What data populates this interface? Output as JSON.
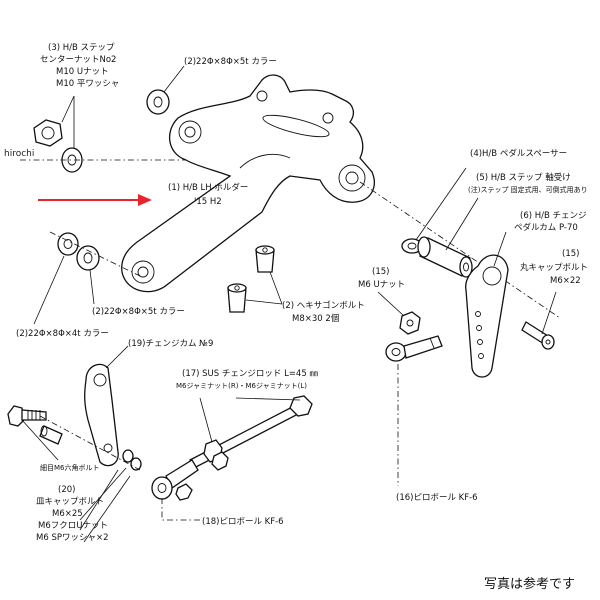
{
  "watermark": "hirochi",
  "footer_note": "写真は参考です",
  "labels": {
    "p3_title": "(3) H/B ステップ",
    "p3_l1": "センターナットNo2",
    "p3_l2": "M10 Uナット",
    "p3_l3": "M10 平ワッシャ",
    "p2_top": "(2)22Φ×8Φ×5t カラー",
    "p4": "(4)H/B ペダルスペーサー",
    "p1_l1": "(1)  H/B LH ホルダー",
    "p1_l2": "'15  H2",
    "p5_l1": "(5) H/B ステップ 軸受け",
    "p5_l2": "(注)ステップ 固定式用、可倒式用あり",
    "p6_l1": "(6) H/B チェンジ",
    "p6_l2": "ペダルカム P-70",
    "p15_right_l1": "(15)",
    "p15_right_l2": "丸キャップボルト",
    "p15_right_l3": "M6×22",
    "p15_mid_l1": "(15)",
    "p15_mid_l2": "M6 Uナット",
    "p2_mid_l1": "(2) ヘキサゴンボルト",
    "p2_mid_l2": "M8×30 2個",
    "p2_left_5t": "(2)22Φ×8Φ×5t カラー",
    "p2_left_4t": "(2)22Φ×8Φ×4t カラー",
    "p19": "(19)チェンジカム №9",
    "p17_l1": "(17) SUS チェンジロッド L=45 ㎜",
    "p17_l2": "M6ジャミナット(R)・M6ジャミナット(L)",
    "bolt_small": "細目M6六角ボルト",
    "p20_l1": "(20)",
    "p20_l2": "皿キャップボルト",
    "p20_l3": "M6×25",
    "p20_l4": "M6フクロUナット",
    "p20_l5": "M6 SPワッシャ×2",
    "p18": "(18)ピロボール KF-6",
    "p16": "(16)ピロボール KF-6"
  },
  "colors": {
    "arrow": "#e8242a",
    "ink": "#111111"
  },
  "icons": {
    "pointer": "red-arrow-icon"
  }
}
